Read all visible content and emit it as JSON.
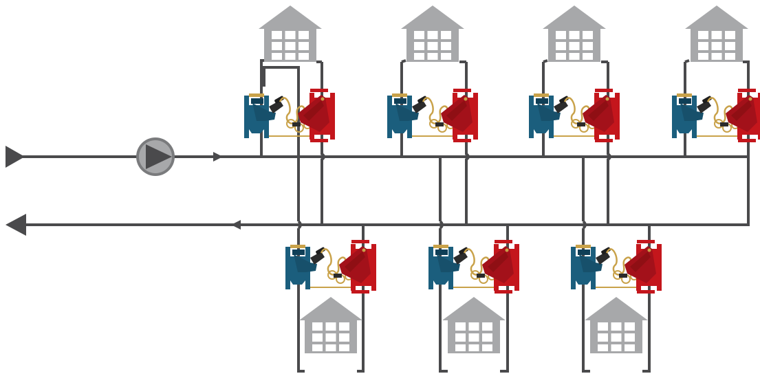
{
  "colors": {
    "background": "#ffffff",
    "pipe": "#4a4a4c",
    "building": "#a7a8aa",
    "window": "#ffffff",
    "blue_valve": "#1b5e7d",
    "blue_valve_dark": "#0f3f57",
    "red_valve": "#c4161c",
    "red_valve_dark": "#8f0f14",
    "capillary": "#c9a24a",
    "pump_fill": "#a7a8aa",
    "pump_ring": "#7a7b7d",
    "pump_triangle": "#4a4a4c"
  },
  "icons": {
    "flow_arrow": "triangle-arrow",
    "pump": "circulation-pump-icon",
    "building": "house-with-windows-icon",
    "balancing_valve": "blue-balancing-valve-icon",
    "differential_valve": "red-differential-pressure-valve-icon"
  },
  "buildings": {
    "top_count": 4,
    "bottom_count": 3
  }
}
